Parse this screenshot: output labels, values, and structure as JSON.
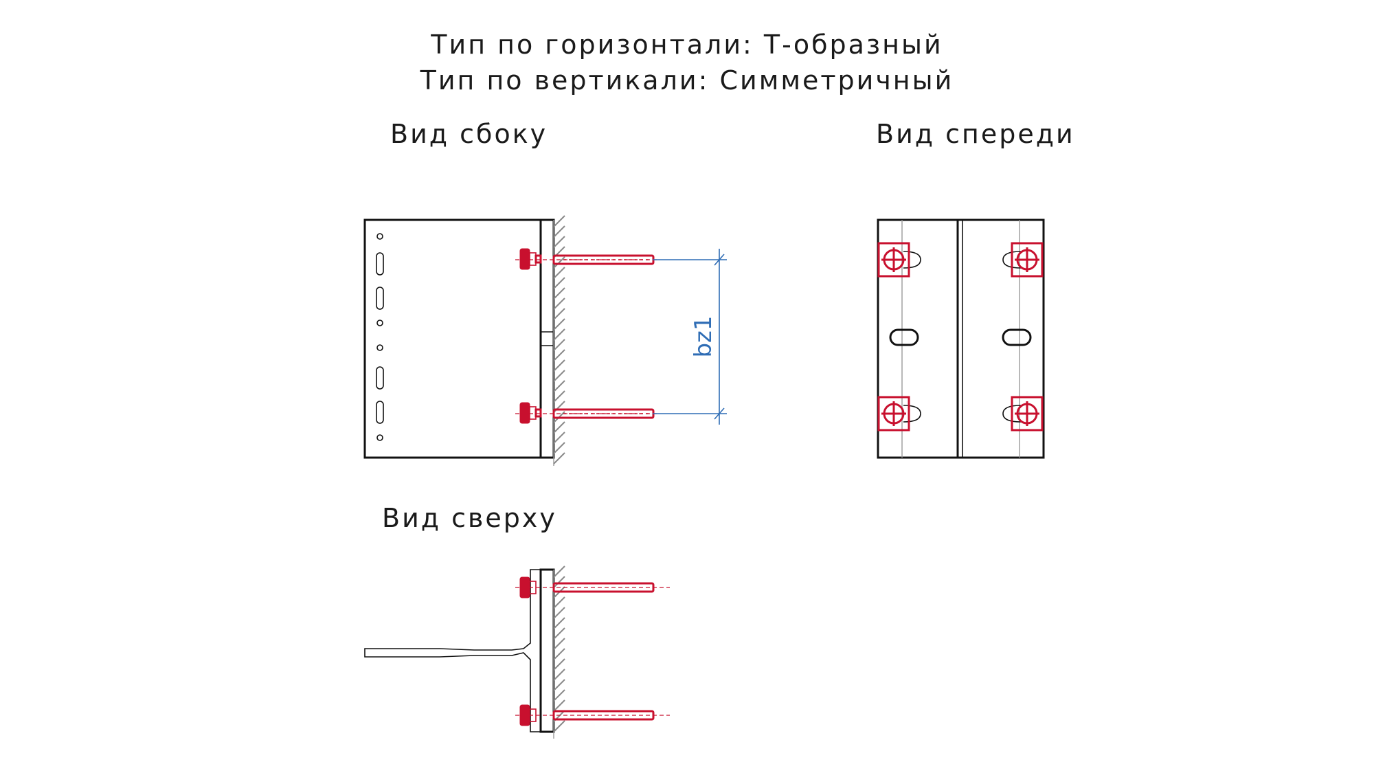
{
  "header": {
    "line1": "Тип по горизонтали: Т-образный",
    "line2": "Тип по вертикали: Симметричный"
  },
  "views": {
    "side": "Вид сбоку",
    "front": "Вид спереди",
    "top": "Вид сверху"
  },
  "dimension": {
    "label": "bz1"
  },
  "colors": {
    "fastener": "#c8102e",
    "dimension": "#2f6db5",
    "outline": "#111111",
    "hatch": "#8a8a8a"
  }
}
